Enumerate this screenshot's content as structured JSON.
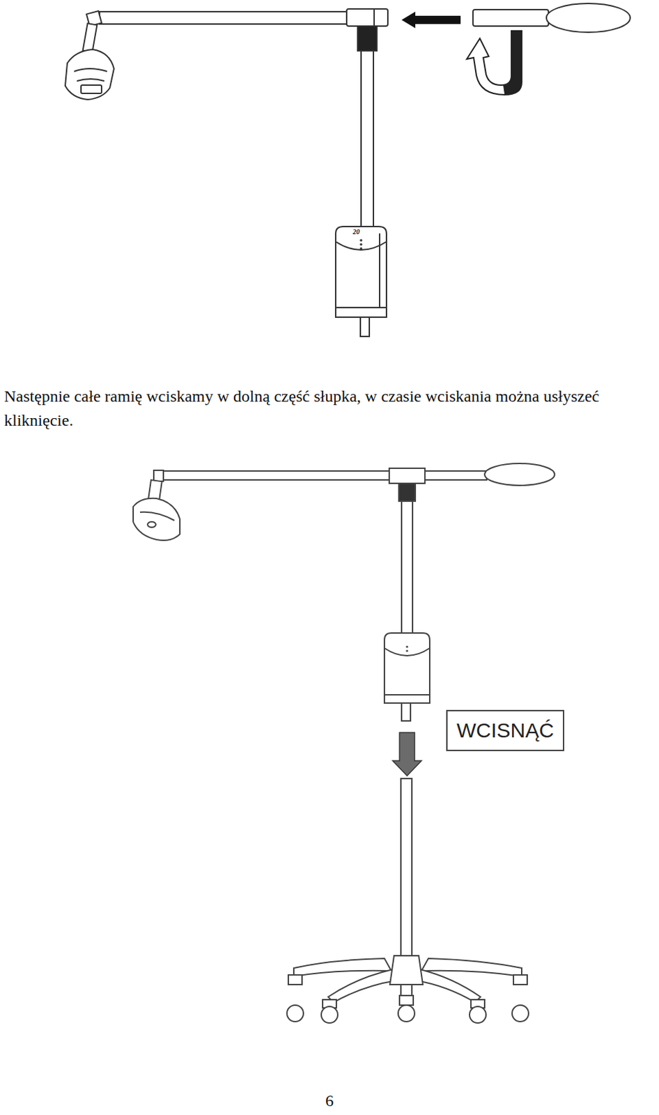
{
  "diagram": {
    "nodes": [
      {
        "text": [
          "WCISNĄĆ"
        ]
      }
    ],
    "labels": [
      "20",
      "Następnie całe ramię wciskamy w dolną część słupka, w czasie wciskania można usłyszeć kliknięcie.",
      "6"
    ]
  }
}
